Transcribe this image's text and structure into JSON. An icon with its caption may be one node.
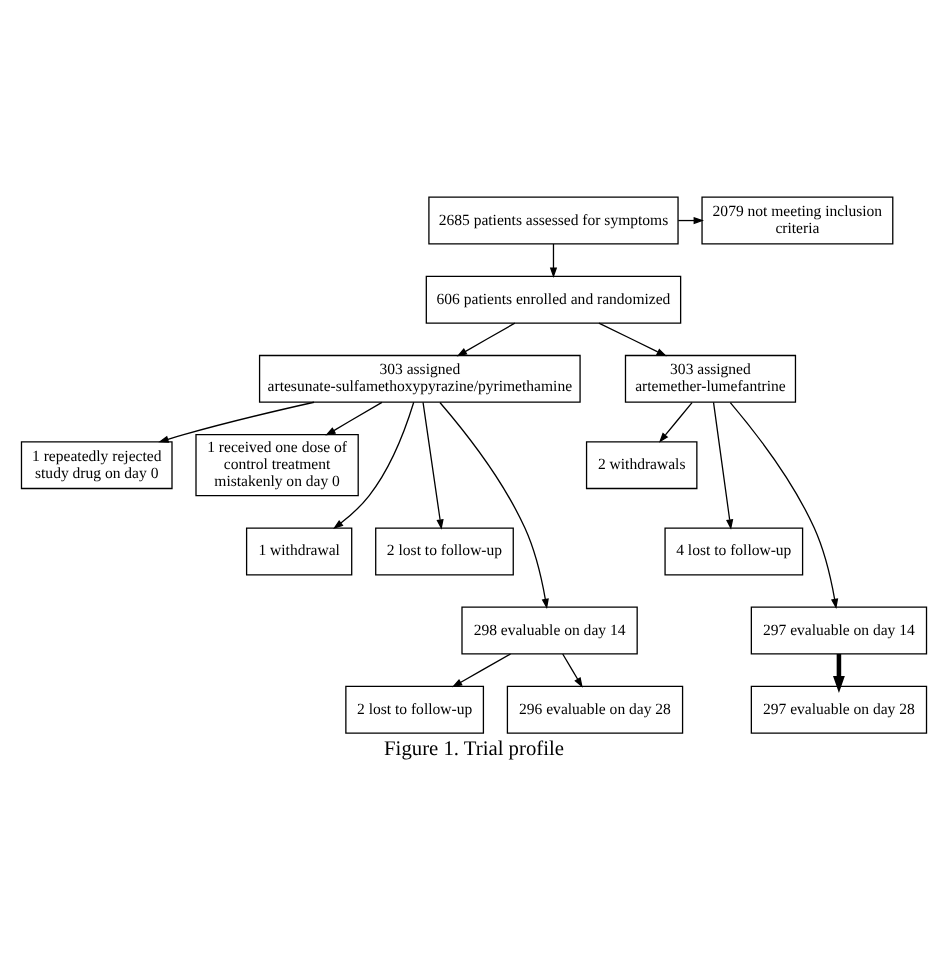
{
  "diagram": {
    "caption": "Figure 1. Trial profile",
    "nodes": [
      {
        "text": [
          "2685 patients assessed for symptoms"
        ]
      },
      {
        "text": [
          "2079 not meeting inclusion criteria"
        ]
      },
      {
        "text": [
          "606 patients enrolled and randomized"
        ]
      },
      {
        "text": [
          "303 assigned artesunate-sulfamethoxypyrazine/pyrimethamine"
        ]
      },
      {
        "text": [
          "303 assigned artemether-lumefantrine"
        ]
      },
      {
        "text": [
          "1 repeatedly rejected study drug on day 0"
        ]
      },
      {
        "text": [
          "1 received one dose of control treatment mistakenly on day 0"
        ]
      },
      {
        "text": [
          "2 withdrawals"
        ]
      },
      {
        "text": [
          "1 withdrawal"
        ]
      },
      {
        "text": [
          "2 lost to follow-up"
        ]
      },
      {
        "text": [
          "4 lost to follow-up"
        ]
      },
      {
        "text": [
          "298 evaluable on day 14"
        ]
      },
      {
        "text": [
          "297 evaluable on day 14"
        ]
      },
      {
        "text": [
          "2 lost to follow-up"
        ]
      },
      {
        "text": [
          "296 evaluable on day 28"
        ]
      },
      {
        "text": [
          "297 evaluable on day 28"
        ]
      }
    ],
    "edges": [
      {
        "from": 0,
        "to": 1,
        "arrow": "to"
      },
      {
        "from": 0,
        "to": 2,
        "arrow": "to"
      },
      {
        "from": 2,
        "to": 3,
        "arrow": "to"
      },
      {
        "from": 2,
        "to": 4,
        "arrow": "to"
      },
      {
        "from": 3,
        "to": 5,
        "arrow": "to"
      },
      {
        "from": 3,
        "to": 6,
        "arrow": "to"
      },
      {
        "from": 4,
        "to": 7,
        "arrow": "to"
      },
      {
        "from": 3,
        "to": 8,
        "arrow": "to"
      },
      {
        "from": 3,
        "to": 9,
        "arrow": "to"
      },
      {
        "from": 4,
        "to": 10,
        "arrow": "to"
      },
      {
        "from": 3,
        "to": 11,
        "arrow": "to"
      },
      {
        "from": 4,
        "to": 12,
        "arrow": "to"
      },
      {
        "from": 11,
        "to": 13,
        "arrow": "to"
      },
      {
        "from": 11,
        "to": 14,
        "arrow": "to"
      },
      {
        "from": 12,
        "to": 15,
        "arrow": "to",
        "style": "thick"
      }
    ]
  }
}
